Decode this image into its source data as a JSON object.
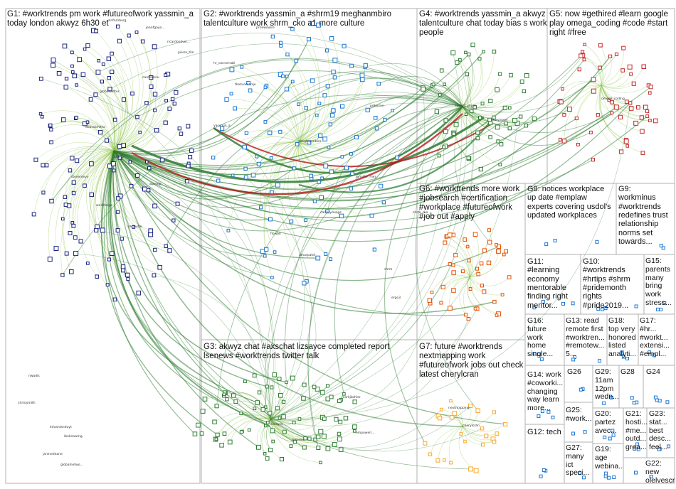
{
  "groups": [
    {
      "id": "G1",
      "label": "G1: #worktrends pm work #futureofwork yassmin_a\ntoday london akwyz 6h30 et",
      "color": "#1a237e"
    },
    {
      "id": "G2",
      "label": "G2: #worktrends yassmin_a #shrm19 meghanmbiro\ntalentculture work shrm_cko a1 more culture",
      "color": "#1565c0"
    },
    {
      "id": "G3",
      "label": "G3: akwyz chat #axschat lizsayce completed report\nlsenews #worktrends twitter talk",
      "color": "#2e7d32"
    },
    {
      "id": "G4",
      "label": "G4: #worktrends yassmin_a akwyz\ntalentculture chat today bias s work\npeople",
      "color": "#2e7d32"
    },
    {
      "id": "G5",
      "label": "G5: now #gethired #learn google\nplay omega_coding #code #start\nright #free",
      "color": "#b71c1c"
    },
    {
      "id": "G6",
      "label": "G6: #worktrends more work\n#jobsearch #certification\n#workplace #futureofwork\n#job out #apply",
      "color": "#e65100"
    },
    {
      "id": "G7",
      "label": "G7: future #worktrends\nnextmapping work\n#futureofwork jobs out check\nlatest cherylcran",
      "color": "#f9a825"
    },
    {
      "id": "G8",
      "label": "G8: notices workplace\nup date #emplaw\nexperts covering usdol's\nupdated workplaces",
      "color": "#2e7d32"
    },
    {
      "id": "G9",
      "label": "G9:\nworkminus\n#worktrends\nredefines trust\nrelationship\nnorms set\ntowards...",
      "color": "#c62828"
    },
    {
      "id": "G10",
      "label": "G10:\n#worktrends\n#hrtips #shrm\n#pridemonth\nrights\n#pride2019...",
      "color": "#6a1b9a"
    },
    {
      "id": "G11",
      "label": "G11:\n#learning\neconomy\nmentorable\nfinding right\nmentor...",
      "color": "#2e7d32"
    },
    {
      "id": "G12",
      "label": "G12: tech",
      "color": "#1565c0"
    },
    {
      "id": "G13",
      "label": "G13: read\nremote first\n#worktren...\n#remotew...\n5...",
      "color": "#1565c0"
    },
    {
      "id": "G14",
      "label": "G14: work\n#coworki...\nchanging\nway learn\nmore...",
      "color": "#1565c0"
    },
    {
      "id": "G15",
      "label": "G15:\nparents\nmany\nbring\nwork\nstress...",
      "color": "#6a1b9a"
    },
    {
      "id": "G16",
      "label": "G16:\nfuture\nwork\nhome\nsingle...",
      "color": "#1565c0"
    },
    {
      "id": "G17",
      "label": "G17:\n#hr...\n#workt...\nextensi...\n#empl...",
      "color": "#c62828"
    },
    {
      "id": "G18",
      "label": "G18:\ntop very\nhonored\nlisted\nanalyti...",
      "color": "#1565c0"
    },
    {
      "id": "G19",
      "label": "G19:\nage\nwebina...",
      "color": "#1565c0"
    },
    {
      "id": "G20",
      "label": "G20:\npartez\navec...",
      "color": "#1565c0"
    },
    {
      "id": "G21",
      "label": "G21:\nhosti...\n#me...\noutd...\ngrea...",
      "color": "#c62828"
    },
    {
      "id": "G22",
      "label": "G22: new\nolelvescre...",
      "color": "#1565c0"
    },
    {
      "id": "G23",
      "label": "G23:\nstat...\nbest\ndesc...\nfeel...",
      "color": "#c62828"
    },
    {
      "id": "G24",
      "label": "G24",
      "color": "#2e7d32"
    },
    {
      "id": "G25",
      "label": "G25:\n#work...",
      "color": "#1565c0"
    },
    {
      "id": "G26",
      "label": "G26",
      "color": "#1565c0"
    },
    {
      "id": "G27",
      "label": "G27:\nmany\nict\nspeci...",
      "color": "#1565c0"
    },
    {
      "id": "G28",
      "label": "G28",
      "color": "#2e7d32"
    },
    {
      "id": "G29",
      "label": "G29:\n11am\n12pm\nwedn...",
      "color": "#1565c0"
    }
  ],
  "node_labels": [
    "kdvanlanduyt",
    "ibeknowing",
    "chrisjsmith",
    "janinedeane",
    "nwadis",
    "globalnetwo...",
    "ricardoolivei...",
    "pierre_tim",
    "jeanfgayo...",
    "vanfarnborg",
    "akwyz",
    "yassmin_a",
    "meghanmbiro",
    "talentculture",
    "shrm_cko",
    "lizsayce",
    "lsenews",
    "cherylcran",
    "nextmapping",
    "omega_coding",
    "carolannlu",
    "globalbetter",
    "debrasmiths",
    "stevenlevy",
    "wellsfargo",
    "mcaudle",
    "alanlep",
    "hr_conversati",
    "tkazuomarqu",
    "prnewswire",
    "flowblr",
    "amarpatel",
    "carlasyoungs",
    "jennifer_mer",
    "peterme",
    "akwyzuser",
    "shrm",
    "ergo3",
    "markjkohler",
    "empoweri..."
  ],
  "colors": {
    "edge": "#2e7d32",
    "edge_light": "#8bc34a",
    "edge_red": "#b71c1c",
    "panel_border": "#b0b0b0",
    "node_g1": "#1a237e",
    "node_g2": "#1976d2",
    "node_g3": "#2e7d32",
    "node_g5": "#c62828",
    "node_g6": "#e65100",
    "node_g7": "#f9a825"
  }
}
